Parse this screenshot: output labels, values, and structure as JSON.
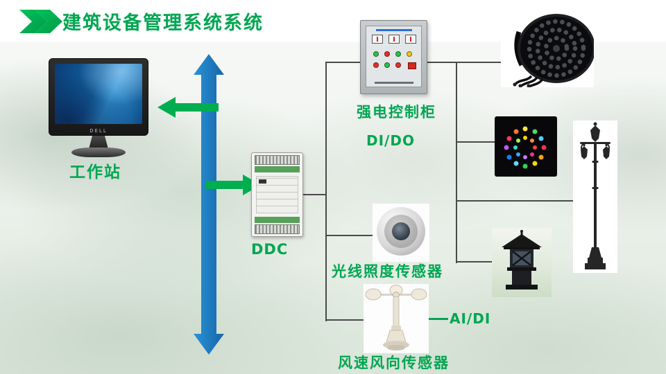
{
  "title": "建筑设备管理系统系统",
  "nodes": {
    "workstation": {
      "label": "工作站",
      "brand": "DELL"
    },
    "ddc": {
      "label": "DDC"
    },
    "cabinet": {
      "label": "强电控制柜",
      "io_label": "DI/DO"
    },
    "light_sensor": {
      "label": "光线照度传感器"
    },
    "wind_sensor": {
      "label": "风速风向传感器",
      "io_label": "AI/DI"
    }
  },
  "images": {
    "workstation": "desktop-monitor",
    "ddc": "ddc-controller-module",
    "cabinet": "power-control-cabinet",
    "light_sensor": "dome-illuminance-sensor",
    "wind_sensor": "cup-anemometer",
    "par_light": "led-par-stage-light",
    "led_strip": "rgb-led-strip-coil",
    "street_lamp": "ornate-triple-street-lamp",
    "garden_lamp": "square-garden-lantern"
  },
  "colors": {
    "accent_green": "#00A651",
    "chevron_green": "#00B054",
    "arrow_blue": "#1C77C3",
    "connector_gray": "#4A4A4A"
  }
}
